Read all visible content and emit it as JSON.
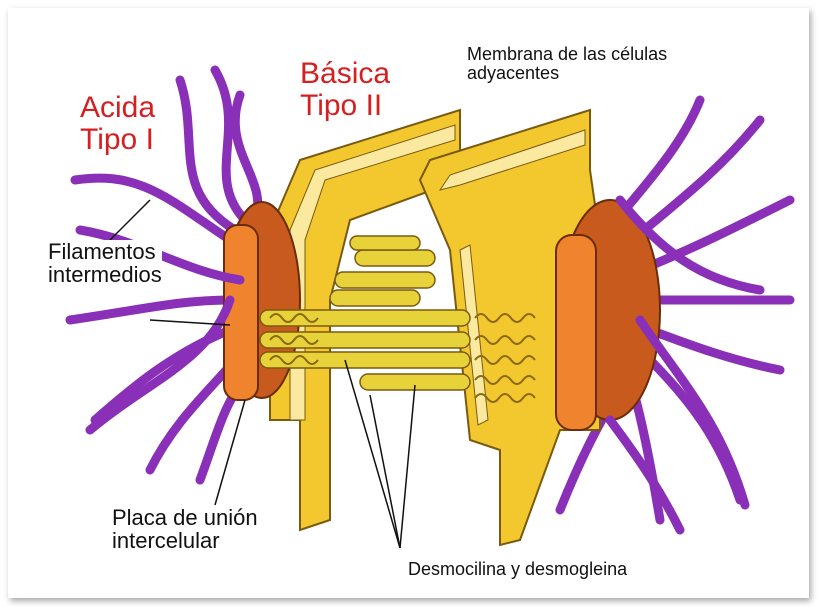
{
  "labels": {
    "acida": [
      "Acida",
      "Tipo I"
    ],
    "basica": [
      "Básica",
      "Tipo II"
    ],
    "membrana": [
      "Membrana de las células",
      "adyacentes"
    ],
    "filamentos": [
      "Filamentos",
      "intermedios"
    ],
    "placa": [
      "Placa de unión",
      "intercelular"
    ],
    "desmo": "Desmocilina y desmogleina"
  },
  "colors": {
    "filament": "#8a2fb8",
    "plaque": "#e0702a",
    "membrane": "#f2c82e",
    "membrane_light": "#fbe9a0",
    "cadherin": "#e8d23a",
    "label_red": "#d42020"
  }
}
